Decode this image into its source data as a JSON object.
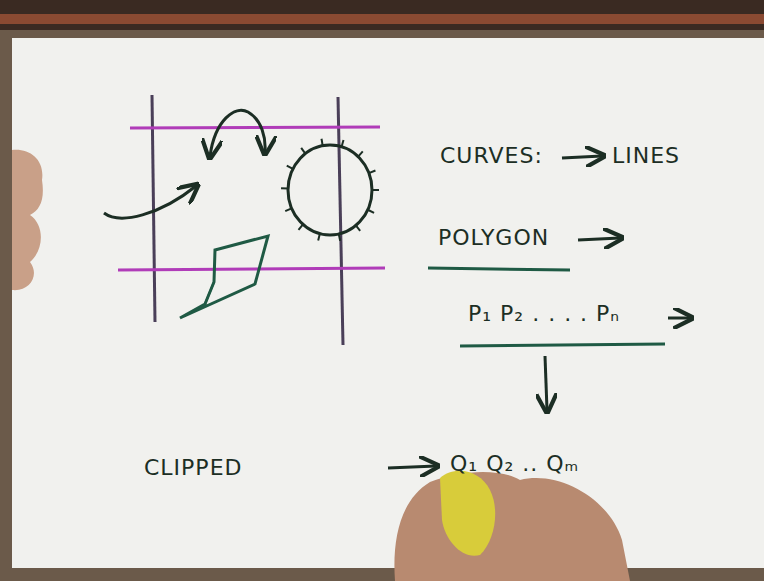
{
  "diagram": {
    "labels": [
      "CURVES:",
      "LINES",
      "POLYGON",
      "P₁ P₂ . . . . Pₙ",
      "CLIPPED",
      "Q₁ Q₂ .. Qₘ"
    ]
  }
}
